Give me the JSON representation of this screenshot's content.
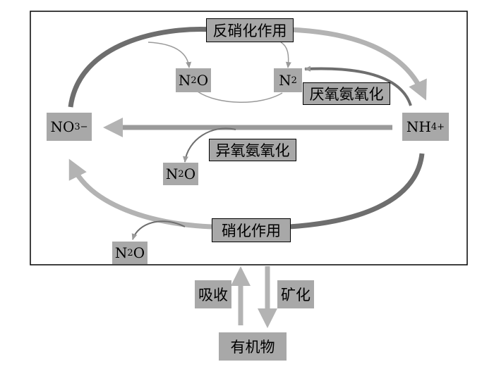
{
  "colors": {
    "box_fill": "#a8a8a8",
    "arrow_light": "#b3b3b3",
    "arrow_mid": "#9a9a9a",
    "arrow_dark": "#6e6e6e",
    "frame": "#000000"
  },
  "process_labels": {
    "denitrification": "反硝化作用",
    "anammox": "厌氧氨氧化",
    "heterotrophic_ammonia_oxidation": "异氧氨氧化",
    "nitrification": "硝化作用",
    "absorption": "吸收",
    "mineralization": "矿化",
    "organic_matter": "有机物"
  },
  "species": {
    "nitrate": {
      "base": "NO",
      "sub": "3",
      "sup": "−"
    },
    "ammonium": {
      "base": "NH",
      "sub": "4",
      "sup": "+"
    },
    "nitrogen_gas": {
      "base": "N",
      "sub": "2"
    },
    "nitrous_oxide": {
      "base": "N",
      "sub": "2",
      "tail": "O"
    }
  }
}
